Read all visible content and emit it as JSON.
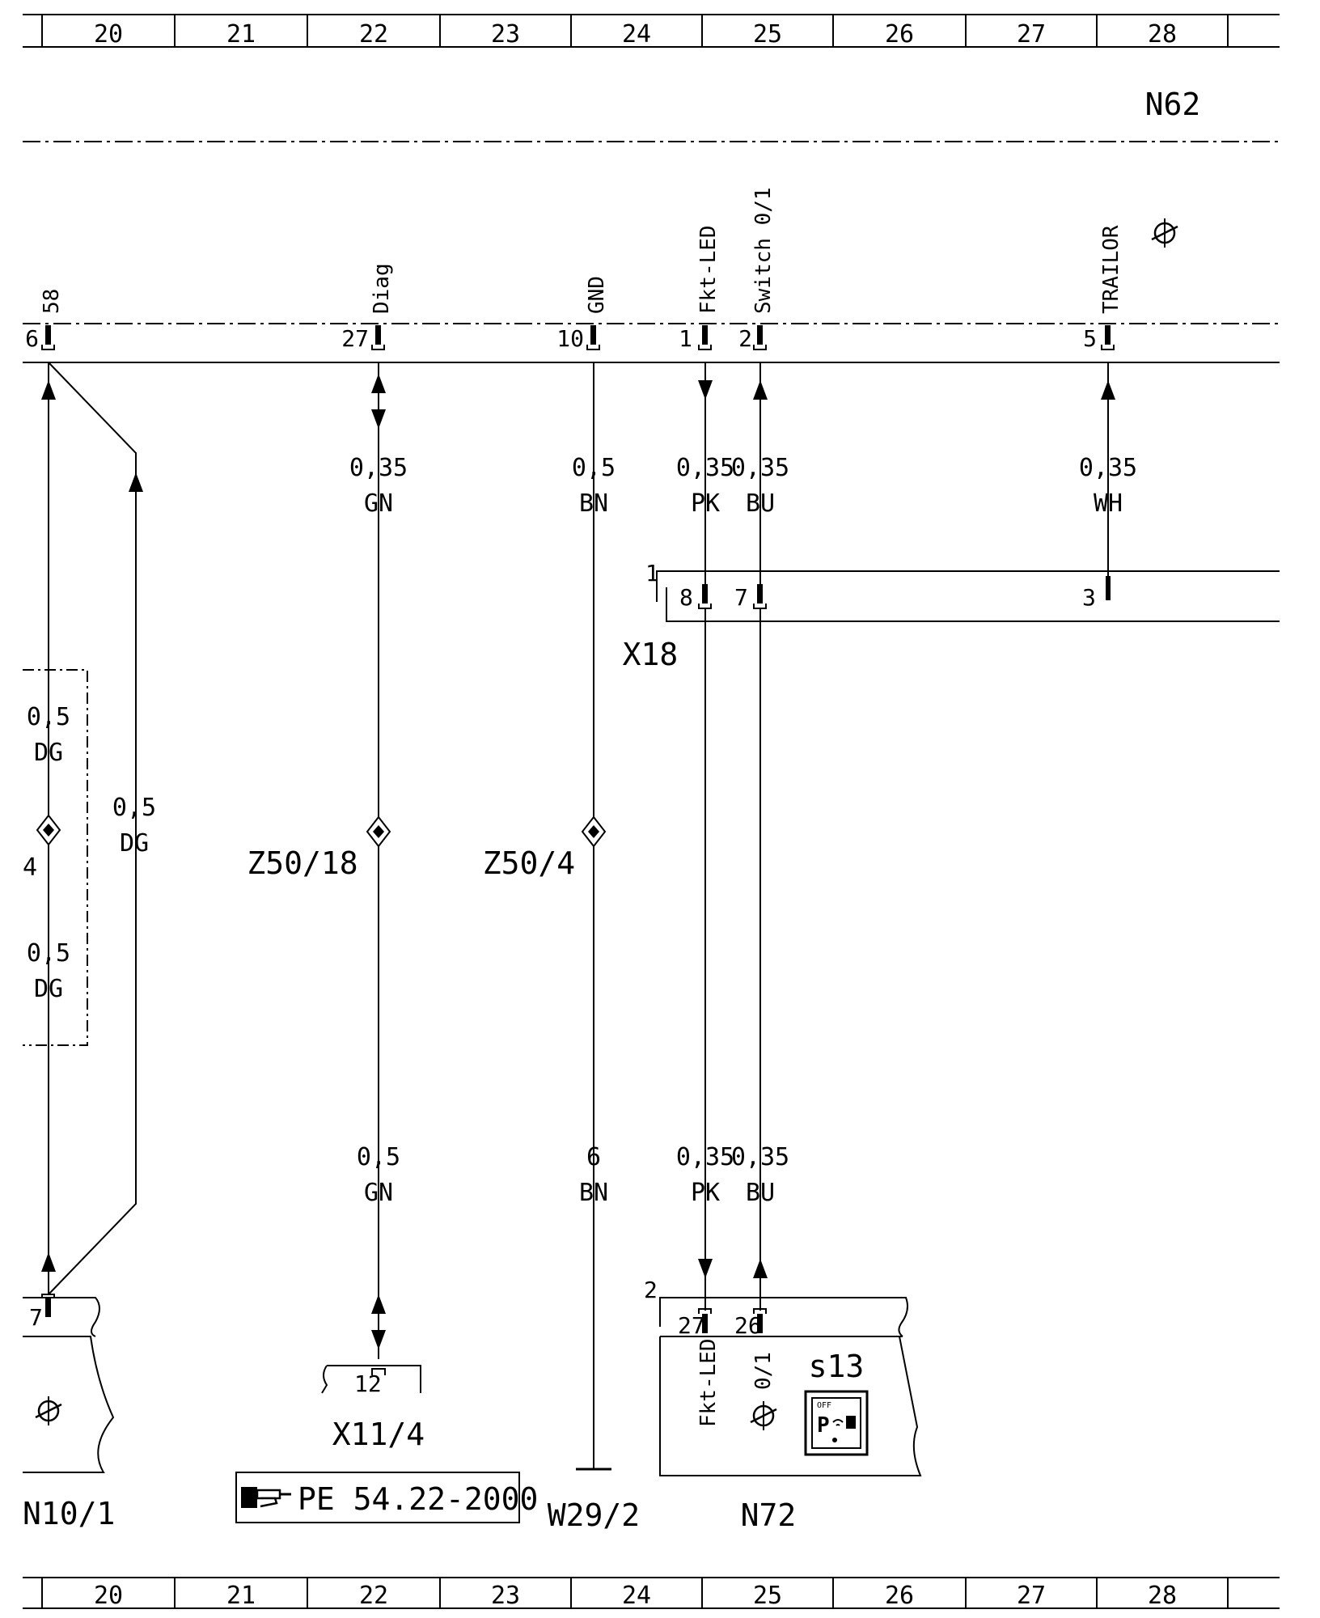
{
  "grid": {
    "columns": [
      "20",
      "21",
      "22",
      "23",
      "24",
      "25",
      "26",
      "27",
      "28"
    ]
  },
  "header": {
    "module": "N62"
  },
  "connector_top": {
    "pins": [
      {
        "num": "6",
        "signal": "58"
      },
      {
        "num": "27",
        "signal": "Diag"
      },
      {
        "num": "10",
        "signal": "GND"
      },
      {
        "num": "1",
        "signal": "Fkt-LED"
      },
      {
        "num": "2",
        "signal": "Switch 0/1"
      },
      {
        "num": "5",
        "signal": "TRAILOR"
      }
    ]
  },
  "wires": [
    {
      "size": "0,5",
      "color": "DG"
    },
    {
      "size": "0,5",
      "color": "DG"
    },
    {
      "size": "0,5",
      "color": "DG"
    },
    {
      "size": "0,35",
      "color": "GN"
    },
    {
      "size": "0,5",
      "color": "BN"
    },
    {
      "size": "0,35",
      "color": "PK"
    },
    {
      "size": "0,35",
      "color": "BU"
    },
    {
      "size": "0,35",
      "color": "WH"
    },
    {
      "size": "0,5",
      "color": "GN"
    },
    {
      "size": "6",
      "color": "BN"
    },
    {
      "size": "0,35",
      "color": "PK"
    },
    {
      "size": "0,35",
      "color": "BU"
    }
  ],
  "x18": {
    "name": "X18",
    "tag": "1",
    "pins": [
      "8",
      "7",
      "3"
    ]
  },
  "splices": [
    "Z50/18",
    "Z50/4"
  ],
  "n72": {
    "name": "N72",
    "tag": "2",
    "pins": [
      "27",
      "26"
    ],
    "signals": [
      "Fkt-LED",
      "0/1"
    ],
    "switch": "s13",
    "switch_icon": "parking-sensor-off-icon"
  },
  "left_module": {
    "name": "N10/1",
    "pin": "7"
  },
  "x11": {
    "name": "X11/4",
    "pin": "12"
  },
  "ground": {
    "name": "W29/2"
  },
  "reference": {
    "icon": "pointing-hand-icon",
    "text": "PE 54.22-2000"
  },
  "misc": {
    "stray_mark": "4"
  }
}
